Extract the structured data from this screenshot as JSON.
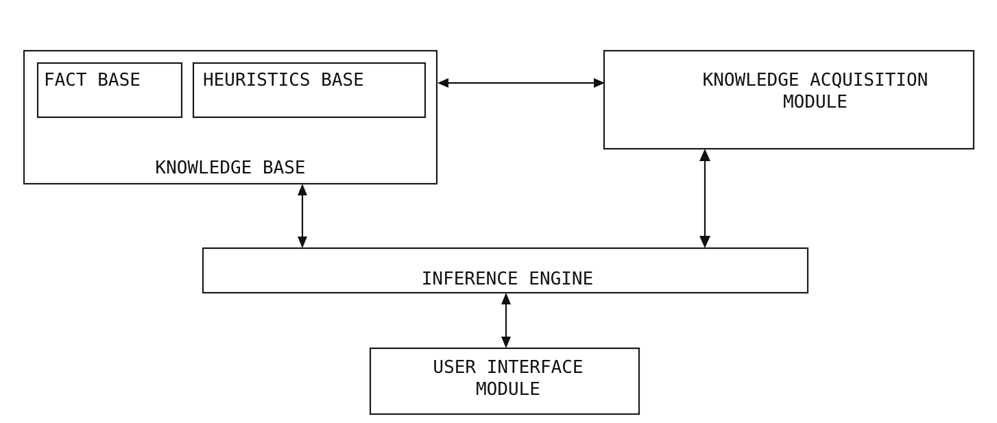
{
  "diagram": {
    "knowledge_base": {
      "label": "KNOWLEDGE BASE"
    },
    "fact_base": {
      "label": "FACT BASE"
    },
    "heuristics_base": {
      "label": "HEURISTICS BASE"
    },
    "knowledge_acquisition": {
      "line1": "KNOWLEDGE ACQUISITION",
      "line2": "MODULE"
    },
    "inference_engine": {
      "label": "INFERENCE ENGINE"
    },
    "user_interface": {
      "line1": "USER INTERFACE",
      "line2": "MODULE"
    }
  },
  "colors": {
    "ink": "#111111",
    "background": "#ffffff"
  }
}
